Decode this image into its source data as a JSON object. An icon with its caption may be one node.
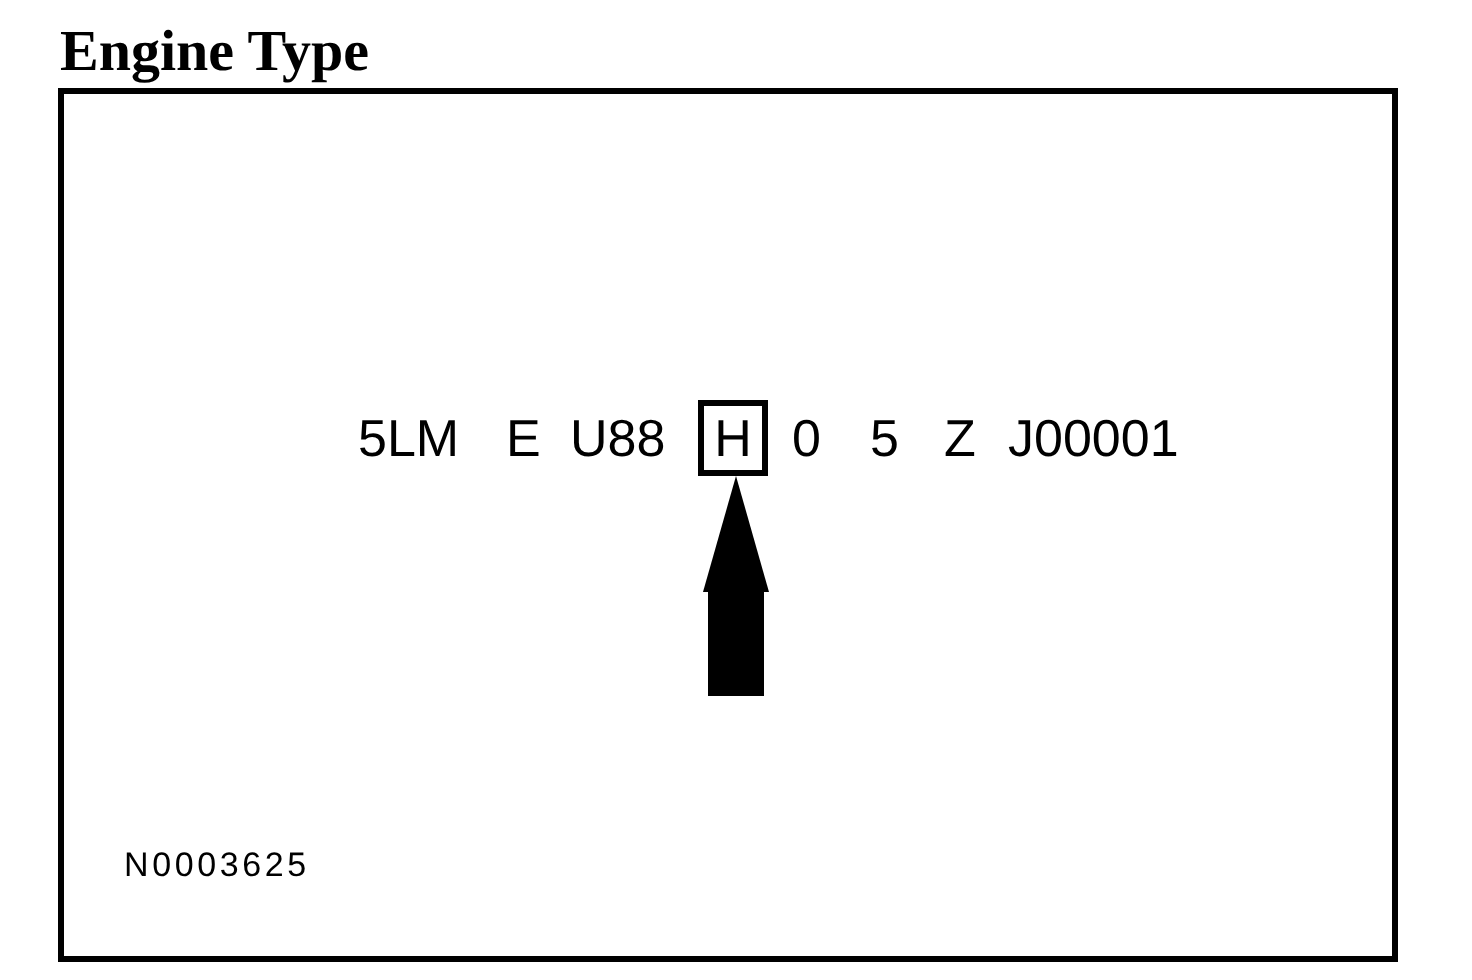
{
  "diagram": {
    "title": "Engine Type",
    "nodes": [
      {
        "text": [
          "5LM",
          "E",
          "U88",
          "0",
          "5",
          "Z",
          "J00001",
          "N0003625"
        ]
      },
      {
        "text": [
          "H"
        ],
        "in": 0
      }
    ],
    "edges": [
      {
        "from": null,
        "to": 1,
        "arrow": "to"
      }
    ]
  }
}
